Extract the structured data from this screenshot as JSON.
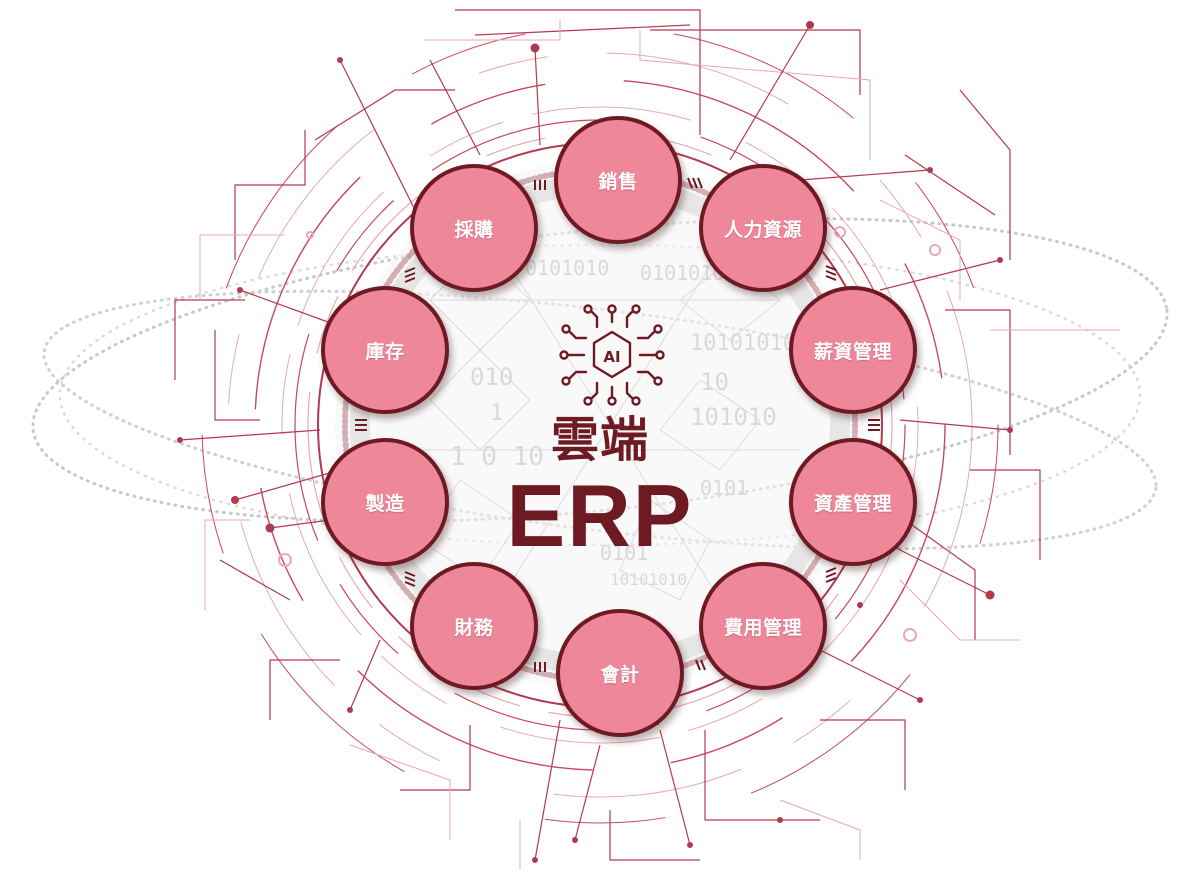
{
  "center": {
    "icon_text": "AI",
    "title_cn": "雲端",
    "title_en": "ERP"
  },
  "modules": [
    {
      "label": "銷售"
    },
    {
      "label": "人力資源"
    },
    {
      "label": "薪資管理"
    },
    {
      "label": "資產管理"
    },
    {
      "label": "費用管理"
    },
    {
      "label": "會計"
    },
    {
      "label": "財務"
    },
    {
      "label": "製造"
    },
    {
      "label": "庫存"
    },
    {
      "label": "採購"
    }
  ],
  "colors": {
    "module_fill": "#ee8799",
    "module_border": "#6e1a22",
    "title": "#6e1a22",
    "circuit_line": "#c9485e",
    "circuit_light": "#e8a9b4"
  }
}
